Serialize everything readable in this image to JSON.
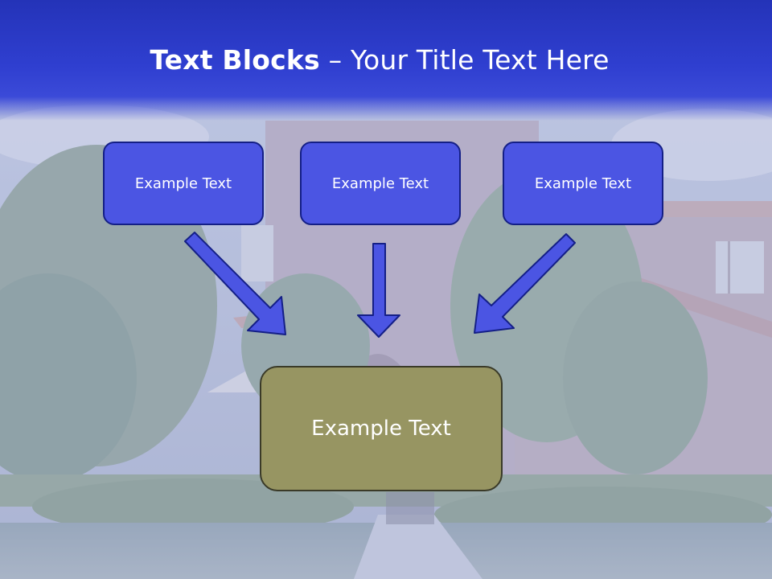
{
  "title": {
    "bold": "Text Blocks",
    "dash": " – ",
    "rest": "Your Title Text Here"
  },
  "blocks": [
    {
      "label": "Example Text"
    },
    {
      "label": "Example Text"
    },
    {
      "label": "Example Text"
    }
  ],
  "center_block": {
    "label": "Example Text"
  },
  "colors": {
    "title_band": "#2f3fd0",
    "block_fill": "#4b55e3",
    "block_border": "#141f86",
    "center_fill": "#979562",
    "arrow_fill": "#4b55e3"
  }
}
